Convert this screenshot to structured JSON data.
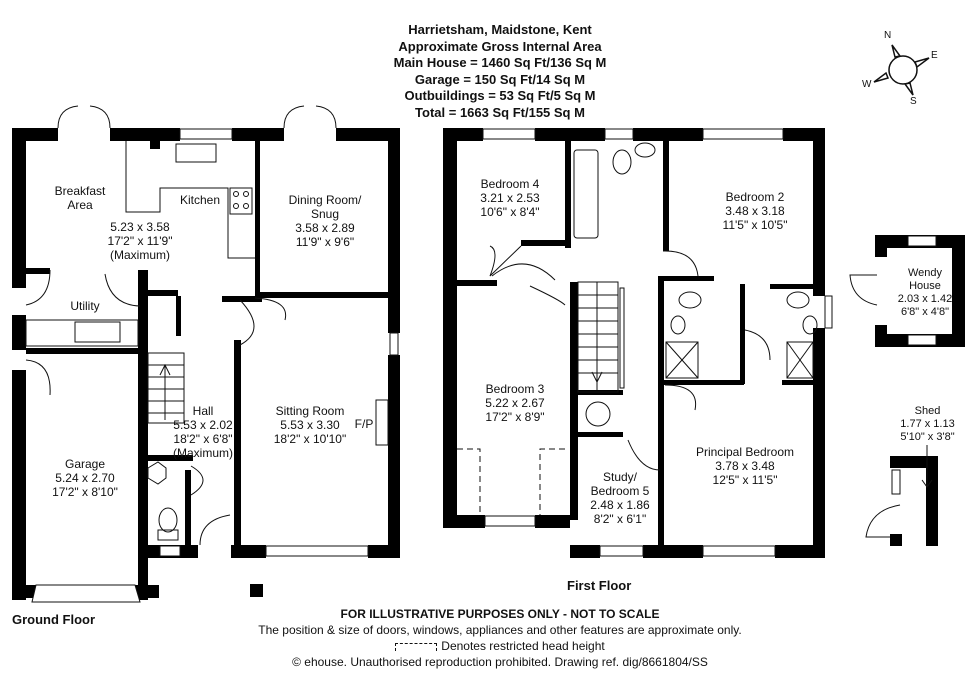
{
  "header": {
    "location": "Harrietsham, Maidstone, Kent",
    "subtitle": "Approximate Gross Internal Area",
    "main_house": "Main House = 1460 Sq Ft/136 Sq M",
    "garage": "Garage = 150 Sq Ft/14 Sq M",
    "outbuildings": "Outbuildings = 53 Sq Ft/5 Sq M",
    "total": "Total = 1663 Sq Ft/155 Sq M"
  },
  "compass": {
    "n": "N",
    "e": "E",
    "s": "S",
    "w": "W"
  },
  "ground_floor": {
    "label": "Ground Floor",
    "rooms": {
      "breakfast": {
        "name": "Breakfast",
        "name2": "Area"
      },
      "kitchen": {
        "name": "Kitchen",
        "metric": "5.23 x 3.58",
        "imperial": "17'2\" x 11'9\"",
        "note": "(Maximum)"
      },
      "dining": {
        "name": "Dining Room/",
        "name2": "Snug",
        "metric": "3.58 x 2.89",
        "imperial": "11'9\" x 9'6\""
      },
      "utility": {
        "name": "Utility"
      },
      "hall": {
        "name": "Hall",
        "metric": "5.53 x 2.02",
        "imperial": "18'2\" x 6'8\"",
        "note": "(Maximum)"
      },
      "sitting": {
        "name": "Sitting Room",
        "metric": "5.53 x 3.30",
        "imperial": "18'2\" x 10'10\"",
        "fp": "F/P"
      },
      "garage": {
        "name": "Garage",
        "metric": "5.24 x 2.70",
        "imperial": "17'2\" x 8'10\""
      }
    }
  },
  "first_floor": {
    "label": "First Floor",
    "rooms": {
      "bed4": {
        "name": "Bedroom 4",
        "metric": "3.21 x 2.53",
        "imperial": "10'6\" x 8'4\""
      },
      "bed2": {
        "name": "Bedroom 2",
        "metric": "3.48 x 3.18",
        "imperial": "11'5\" x 10'5\""
      },
      "bed3": {
        "name": "Bedroom 3",
        "metric": "5.22 x 2.67",
        "imperial": "17'2\" x 8'9\""
      },
      "study": {
        "name": "Study/",
        "name2": "Bedroom 5",
        "metric": "2.48 x 1.86",
        "imperial": "8'2\" x 6'1\""
      },
      "principal": {
        "name": "Principal Bedroom",
        "metric": "3.78 x 3.48",
        "imperial": "12'5\" x 11'5\""
      }
    }
  },
  "outbuildings": {
    "wendy": {
      "name": "Wendy",
      "name2": "House",
      "metric": "2.03 x 1.42",
      "imperial": "6'8\" x 4'8\""
    },
    "shed": {
      "name": "Shed",
      "metric": "1.77 x 1.13",
      "imperial": "5'10\" x 3'8\""
    }
  },
  "footer": {
    "disclaimer": "FOR ILLUSTRATIVE PURPOSES ONLY - NOT TO SCALE",
    "note": "The position & size of doors, windows, appliances and other features are approximate only.",
    "key": "Denotes restricted head height",
    "copyright": "© ehouse. Unauthorised reproduction prohibited. Drawing ref. dig/8661804/SS"
  }
}
